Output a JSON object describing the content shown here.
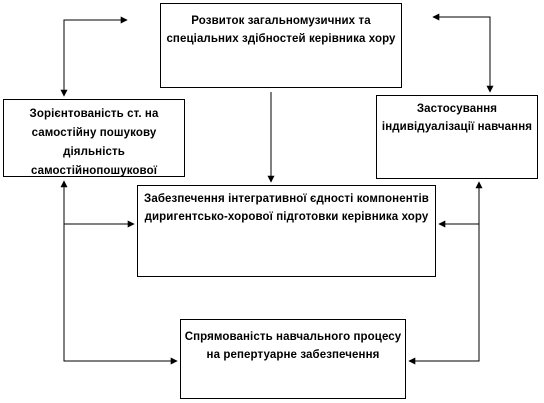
{
  "boxes": {
    "top": "Розвиток загальномузичних та спеціальних здібностей керівника хору",
    "left": "Зорієнтованість ст. на самостійну пошукову діяльність самостійнопошукової",
    "right": "Застосування індивідуалізації навчання",
    "center": "Забезпечення інтегративної єдності компонентів диригентсько-хорової підготовки керівника хору",
    "bottom": "Спрямованість навчального процесу на репертуарне забезпечення"
  }
}
